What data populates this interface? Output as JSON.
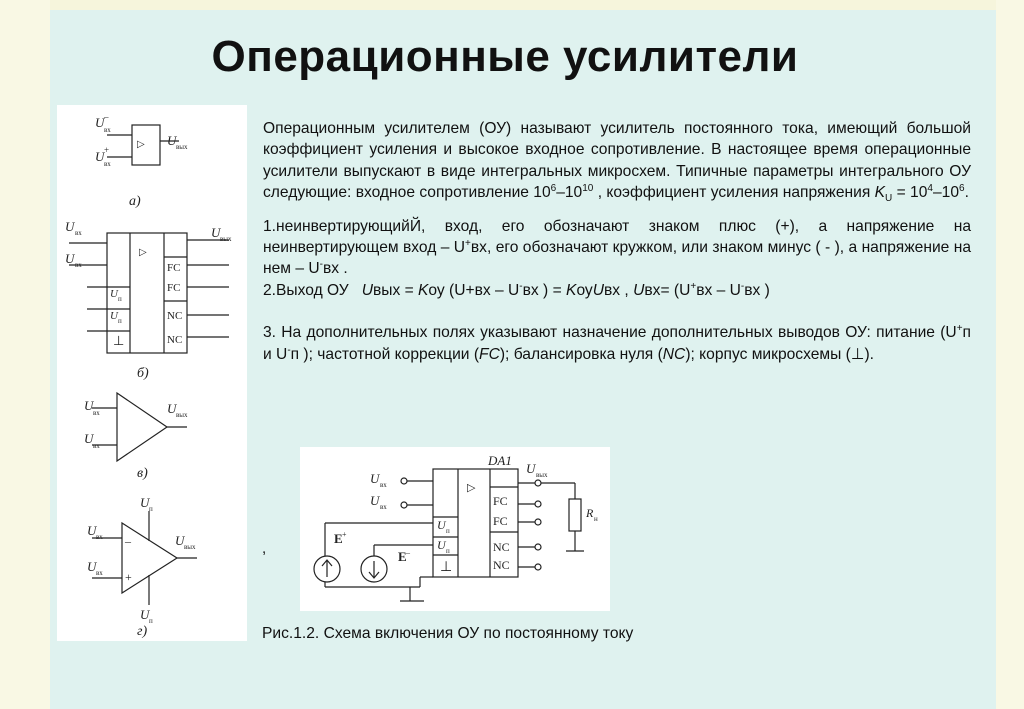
{
  "title": "Операционные усилители",
  "paragraph_intro_a": "Операционным усилителем (ОУ) называют усилитель постоянного тока, имеющий большой коэффициент усиления и высокое входное сопротивление. В настоящее время операционные усилители выпускают в виде интегральных микросхем. Типичные параметры интегрального ОУ следующие: входное сопротивление 10",
  "paragraph_intro_exp1": "6",
  "paragraph_intro_dash1": "–10",
  "paragraph_intro_exp2": "10",
  "paragraph_intro_b": " , коэффициент усиления напряжения ",
  "paragraph_intro_k": "K",
  "paragraph_intro_ksub": "U",
  "paragraph_intro_c": " = 10",
  "paragraph_intro_exp3": "4",
  "paragraph_intro_dash2": "–10",
  "paragraph_intro_exp4": "6",
  "paragraph_intro_end": ".",
  "item1_a": "1.неинвертирующийЙ, вход, его обозначают знаком плюс (+), а напряжение на неинвертирующем вход – U",
  "item1_sup1": "+",
  "item1_b": "вх, его обозначают кружком, или знаком минус ( - ), а напряжение на нем – U",
  "item1_sup2": "-",
  "item1_c": "вх .",
  "item2_a": "2.Выход ОУ   ",
  "item2_u1": "U",
  "item2_b": "вых = ",
  "item2_k": "K",
  "item2_c": "оу (U+вх – U",
  "item2_sup1": "-",
  "item2_d": "вх ) = ",
  "item2_k2": "K",
  "item2_e": "оу",
  "item2_u2": "U",
  "item2_f": "вх , ",
  "item2_u3": "U",
  "item2_g": "вх= (U",
  "item2_sup2": "+",
  "item2_h": "вх – U",
  "item2_sup3": "-",
  "item2_i": "вх )",
  "item3_a": "3. На дополнительных полях указывают назначение дополнительных выводов ОУ: питание (U",
  "item3_sup1": "+",
  "item3_b": "п и U",
  "item3_sup2": "-",
  "item3_c": "п ); частотной коррекции (",
  "item3_fc": "FC",
  "item3_d": "); балансировка нуля (",
  "item3_nc": "NC",
  "item3_e": "); корпус микросхемы (",
  "item3_sym": "⊥",
  "item3_f": ").",
  "stray_comma": ",",
  "caption": "Рис.1.2. Схема включения ОУ по постоянному току",
  "fig_labels": {
    "a": "а)",
    "b": "б)",
    "v": "в)",
    "g": "г)",
    "u": "U",
    "vx": "вх",
    "vyx": "вых",
    "n": "п",
    "minus": "–",
    "plus": "+",
    "tri": "▷",
    "fc": "FC",
    "nc": "NC",
    "ground": "⊥"
  },
  "circuit_labels": {
    "da1": "DA1",
    "u": "U",
    "vx": "вх",
    "vyx": "вых",
    "n": "п",
    "minus": "–",
    "plus": "+",
    "fc": "FC",
    "nc": "NC",
    "tri": "▷",
    "e_plus": "E",
    "e_minus": "E",
    "r": "R",
    "rn": "н",
    "ground": "⊥"
  }
}
